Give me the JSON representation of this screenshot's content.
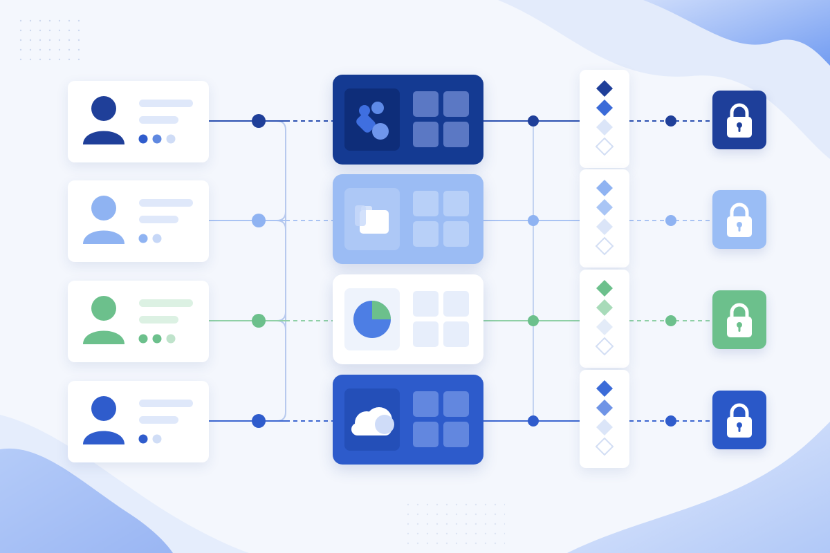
{
  "colors": {
    "background": "#f4f7fd",
    "navy": "#1f3f99",
    "blue": "#2f5ccc",
    "light_blue": "#8fb3f2",
    "green": "#6cc08c",
    "pale_blue": "#dfe8fa",
    "pale_green": "#dcf1e3"
  },
  "rows": [
    {
      "name": "row-1",
      "accent": "#1f3f99",
      "line": "#2a4fb0",
      "user_dots": [
        "#2f5ccc",
        "#5f88e0",
        "#cfdcf6"
      ],
      "module_bg": "#143a92",
      "module_style": "dark",
      "icon": "app-group-icon",
      "lock_bg": "#1e3f9a",
      "diamonds": [
        "#1f3f99",
        "#3b6bd8",
        "#dbe5f8",
        "outline"
      ]
    },
    {
      "name": "row-2",
      "accent": "#8fb3f2",
      "line": "#a9c3f3",
      "user_dots": [
        "#8fb3f2",
        "#c6d7f7"
      ],
      "module_bg": "#9bbcf4",
      "module_style": "light",
      "icon": "folder-icon",
      "lock_bg": "#9abdf5",
      "diamonds": [
        "#8fb3f2",
        "#a9c5f5",
        "#dbe5f8",
        "outline"
      ]
    },
    {
      "name": "row-3",
      "accent": "#6cc08c",
      "line": "#8fd0a6",
      "user_dots": [
        "#6cc08c",
        "#6cc08c",
        "#bfe3cb"
      ],
      "module_bg": "#ffffff",
      "module_style": "white",
      "icon": "pie-chart-icon",
      "lock_bg": "#6cc08c",
      "diamonds": [
        "#6cc08c",
        "#a8dbb9",
        "#e3ebf8",
        "outline"
      ]
    },
    {
      "name": "row-4",
      "accent": "#2f5ccc",
      "line": "#3b66d0",
      "user_dots": [
        "#2f5ccc",
        "#d0ddf6"
      ],
      "module_bg": "#2d5bcb",
      "module_style": "dark",
      "icon": "cloud-icon",
      "lock_bg": "#2a58c8",
      "diamonds": [
        "#3b6bd8",
        "#6f94e6",
        "#dbe5f8",
        "outline"
      ]
    }
  ]
}
